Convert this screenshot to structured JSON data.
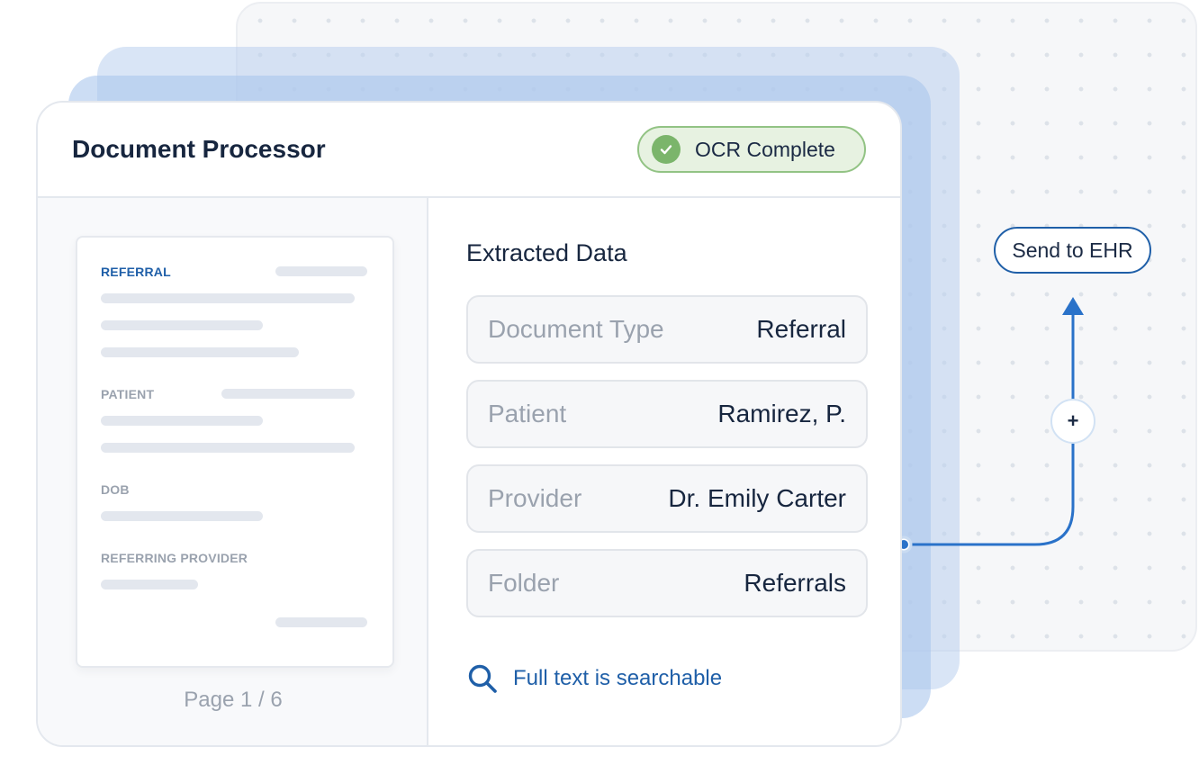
{
  "card": {
    "title": "Document Processor",
    "status": "OCR Complete"
  },
  "document_preview": {
    "sections": [
      "REFERRAL",
      "PATIENT",
      "DOB",
      "REFERRING PROVIDER"
    ],
    "page_indicator": "Page 1 / 6"
  },
  "extracted": {
    "title": "Extracted Data",
    "fields": [
      {
        "label": "Document Type",
        "value": "Referral"
      },
      {
        "label": "Patient",
        "value": "Ramirez, P."
      },
      {
        "label": "Provider",
        "value": "Dr. Emily Carter"
      },
      {
        "label": "Folder",
        "value": "Referrals"
      }
    ],
    "search_note": "Full text is searchable"
  },
  "workflow": {
    "send_label": "Send to EHR",
    "add_symbol": "+"
  },
  "colors": {
    "accent": "#1f5fa8",
    "connector": "#2a72c9",
    "success_bg": "#e7f2e1",
    "success_border": "#92c384",
    "text_dark": "#17263f",
    "text_muted": "#9aa2ae"
  },
  "icons": {
    "status": "check-circle-icon",
    "search": "search-icon",
    "arrow": "arrow-up-icon",
    "add": "plus-icon"
  }
}
